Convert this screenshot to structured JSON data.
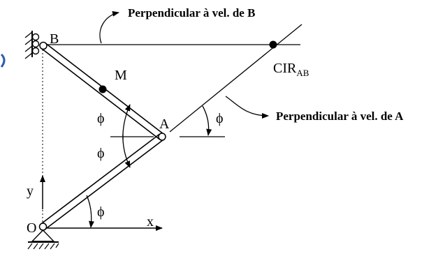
{
  "labels": {
    "point_b": "B",
    "point_m": "M",
    "point_a": "A",
    "point_o": "O",
    "axis_x": "x",
    "axis_y": "y",
    "cir_main": "CIR",
    "cir_sub": "AB",
    "phi": "ϕ"
  },
  "annotations": {
    "perp_b": "Perpendicular à vel. de B",
    "perp_a": "Perpendicular à vel. de A"
  },
  "colors": {
    "ink": "#000000",
    "edge_accent": "#2a5db0"
  }
}
